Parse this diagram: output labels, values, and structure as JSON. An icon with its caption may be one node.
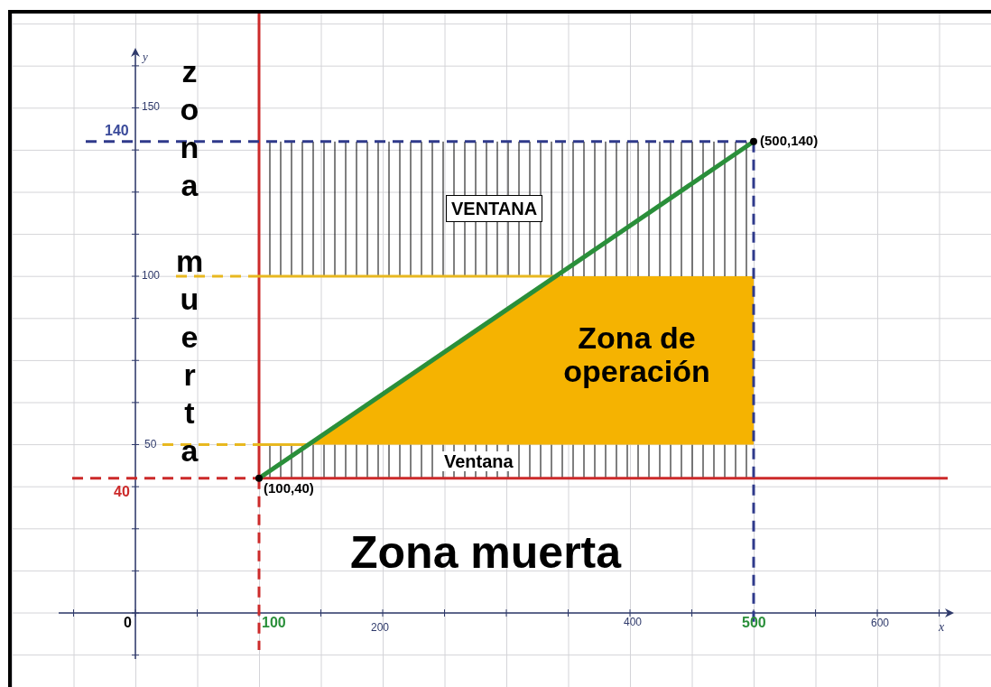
{
  "diagram": {
    "nodes": [
      {
        "text": [
          "VENTANA"
        ]
      }
    ],
    "labels": [
      "y",
      "150",
      "140",
      "zona muerta",
      "(500,140)",
      "100",
      "Zona de operación",
      "50",
      "Ventana",
      "40",
      "(100,40)",
      "Zona muerta",
      "0",
      "100",
      "200",
      "400",
      "500",
      "600",
      "x"
    ]
  }
}
